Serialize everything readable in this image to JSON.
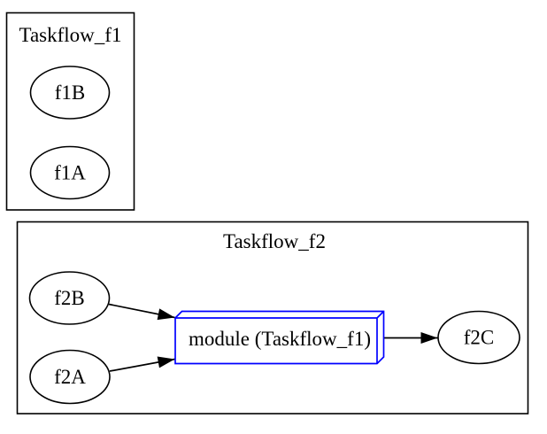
{
  "diagram": {
    "type": "graphviz-flow",
    "background": "#ffffff",
    "colors": {
      "cluster_border": "#000000",
      "node_stroke": "#000000",
      "edge": "#000000",
      "module_border": "#0000ff",
      "text": "#000000"
    },
    "cluster_f1": {
      "label": "Taskflow_f1",
      "nodes": {
        "f1B": "f1B",
        "f1A": "f1A"
      }
    },
    "cluster_f2": {
      "label": "Taskflow_f2",
      "nodes": {
        "f2B": "f2B",
        "f2A": "f2A",
        "f2C": "f2C"
      },
      "module": {
        "label": "module (Taskflow_f1)"
      }
    },
    "edges": [
      {
        "from": "f2B",
        "to": "module (Taskflow_f1)"
      },
      {
        "from": "f2A",
        "to": "module (Taskflow_f1)"
      },
      {
        "from": "module (Taskflow_f1)",
        "to": "f2C"
      }
    ]
  }
}
